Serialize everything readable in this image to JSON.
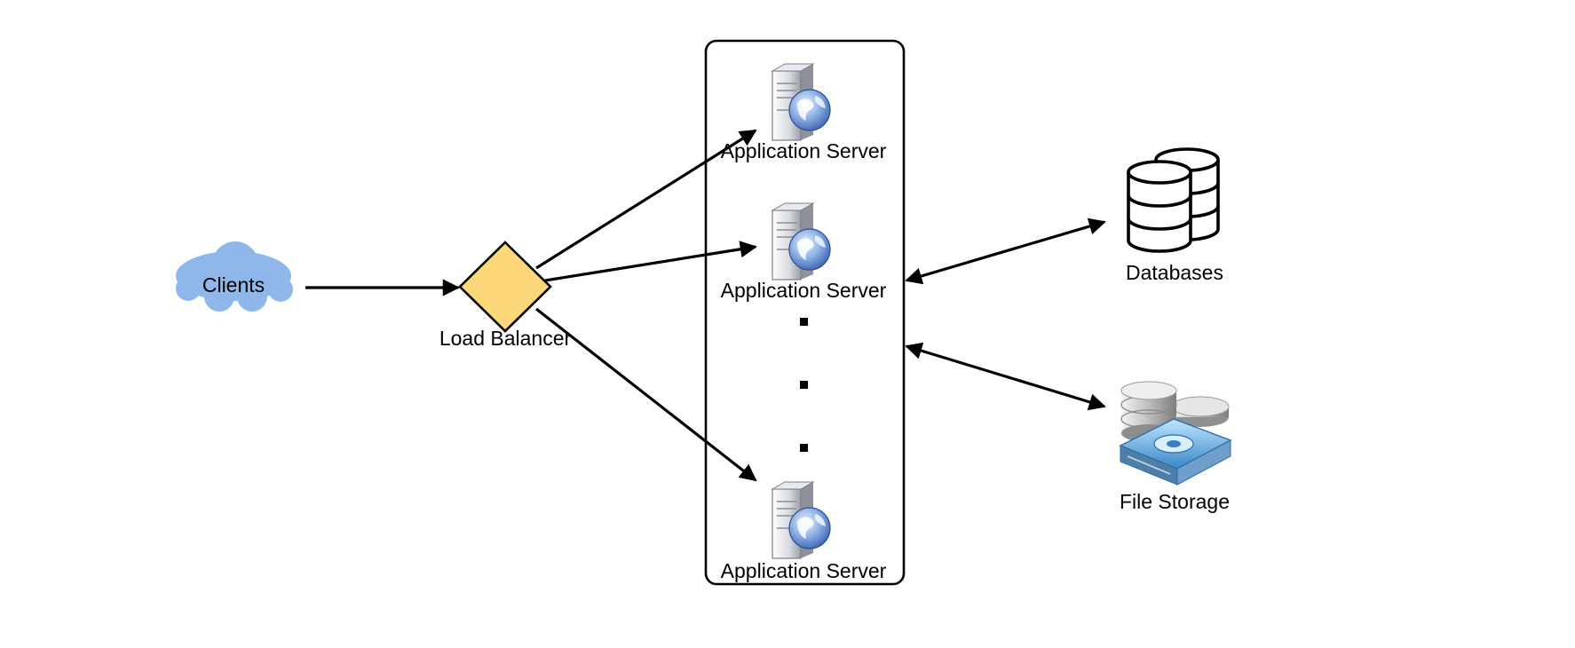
{
  "nodes": {
    "clients": {
      "label": "Clients"
    },
    "load_balancer": {
      "label": "Load Balancer"
    },
    "app_server_1": {
      "label": "Application Server"
    },
    "app_server_2": {
      "label": "Application Server"
    },
    "app_server_3": {
      "label": "Application Server"
    },
    "databases": {
      "label": "Databases"
    },
    "file_storage": {
      "label": "File Storage"
    }
  },
  "colors": {
    "cloud_fill": "#8fb7ea",
    "diamond_fill": "#fcd87a",
    "line": "#000000"
  },
  "icons": {
    "clients": "cloud-icon",
    "load_balancer": "diamond-icon",
    "app_server": "web-server-icon",
    "databases": "database-icon",
    "file_storage": "file-storage-icon"
  }
}
